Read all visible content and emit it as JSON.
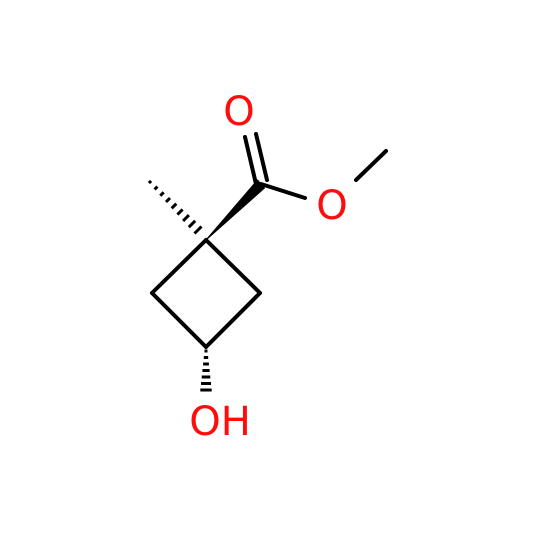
{
  "molecule": {
    "atoms": {
      "carbonyl_oxygen": {
        "label": "O",
        "color": "#ff0d0d"
      },
      "ester_oxygen": {
        "label": "O",
        "color": "#ff0d0d"
      },
      "hydroxyl": {
        "label": "OH",
        "color": "#ff0d0d"
      }
    },
    "bond_color": "#000000",
    "background": "#ffffff"
  }
}
